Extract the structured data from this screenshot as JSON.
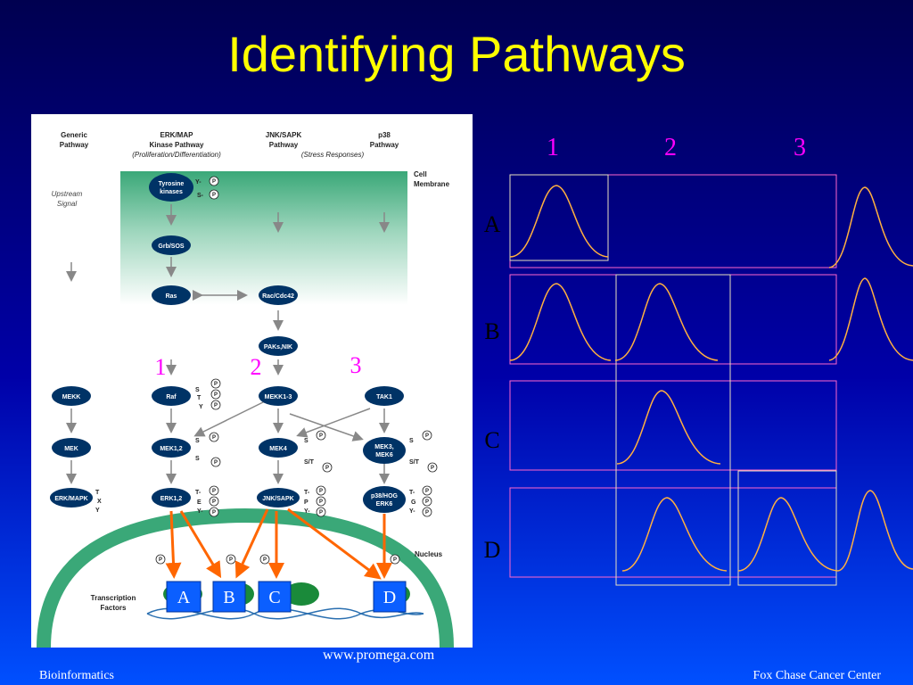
{
  "slide": {
    "title": "Identifying Pathways",
    "source": "www.promega.com",
    "footer_left": "Bioinformatics",
    "footer_right": "Fox Chase Cancer Center"
  },
  "diagram": {
    "headers": [
      {
        "line1": "Generic",
        "line2": "Pathway"
      },
      {
        "line1": "ERK/MAP",
        "line2": "Kinase Pathway",
        "line3": "(Proliferation/Differentiation)"
      },
      {
        "line1": "JNK/SAPK",
        "line2": "Pathway",
        "line3": "(Stress Responses)"
      },
      {
        "line1": "p38",
        "line2": "Pathway"
      }
    ],
    "upstream": "Upstream",
    "signal": "Signal",
    "cell_membrane": [
      "Cell",
      "Membrane"
    ],
    "nucleus": "Nucleus",
    "transcription_factors": [
      "Transcription",
      "Factors"
    ],
    "nodes": {
      "tyrosine": [
        "Tyrosine",
        "kinases"
      ],
      "grb": "Grb/SOS",
      "ras": "Ras",
      "rac": "Rac/Cdc42",
      "paks": "PAKs,NIK",
      "mekk": "MEKK",
      "raf": "Raf",
      "mekk13": "MEKK1-3",
      "tak1": "TAK1",
      "mek": "MEK",
      "mek12": "MEK1,2",
      "mek4": "MEK4",
      "mek36": [
        "MEK3,",
        "MEK6"
      ],
      "erkmapk": "ERK/MAPK",
      "erk12": "ERK1,2",
      "jnksapk": "JNK/SAPK",
      "p38hog": [
        "p38/HOG",
        "ERK6"
      ]
    },
    "pathway_numbers": [
      "1",
      "2",
      "3"
    ],
    "tf_boxes": [
      "A",
      "B",
      "C",
      "D"
    ],
    "mod_letters": {
      "y": "Y",
      "s": "S",
      "t": "T",
      "p": "P",
      "e": "E",
      "x": "X",
      "g": "G",
      "st": "S/T",
      "tdash": "T-",
      "ydash": "Y-",
      "sdash": "S-"
    }
  },
  "grid": {
    "column_labels": [
      "1",
      "2",
      "3"
    ],
    "row_labels": [
      "A",
      "B",
      "C",
      "D"
    ]
  },
  "colors": {
    "title": "#ffff00",
    "number_labels": "#ff00ff",
    "arrows": "#ff6600",
    "tf_box": "#0b5fff",
    "curve": "#ffb040",
    "grid_box": "#ff66cc",
    "node": "#003366",
    "membrane": "#3aa878"
  }
}
